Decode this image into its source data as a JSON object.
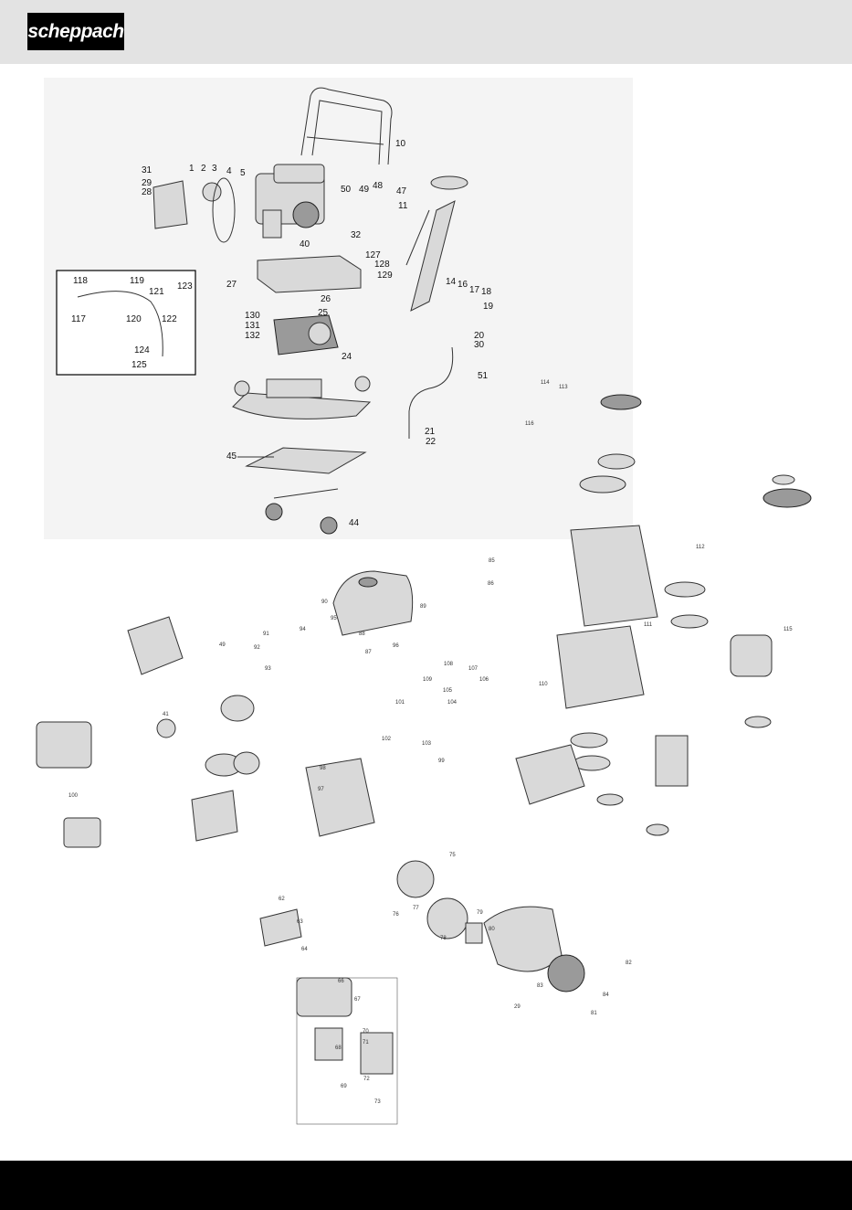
{
  "header": {
    "brand": "scheppach"
  },
  "diagram": {
    "compactor_labels": [
      "1",
      "2",
      "3",
      "4",
      "5",
      "10",
      "11",
      "14",
      "16",
      "17",
      "18",
      "19",
      "20",
      "21",
      "22",
      "24",
      "25",
      "26",
      "27",
      "28",
      "29",
      "30",
      "31",
      "32",
      "40",
      "44",
      "45",
      "47",
      "48",
      "49",
      "50",
      "51",
      "117",
      "118",
      "119",
      "120",
      "121",
      "122",
      "123",
      "124",
      "125",
      "127",
      "128",
      "129",
      "130",
      "131",
      "132"
    ],
    "engine_labels": [
      "29",
      "41",
      "49",
      "62",
      "63",
      "64",
      "66",
      "67",
      "68",
      "69",
      "70",
      "71",
      "72",
      "73",
      "75",
      "76",
      "77",
      "78",
      "79",
      "80",
      "81",
      "82",
      "83",
      "84",
      "85",
      "86",
      "87",
      "88",
      "89",
      "90",
      "91",
      "92",
      "93",
      "94",
      "95",
      "96",
      "97",
      "98",
      "99",
      "100",
      "101",
      "102",
      "103",
      "104",
      "105",
      "106",
      "107",
      "108",
      "109",
      "110",
      "111",
      "112",
      "113",
      "114",
      "115",
      "116"
    ]
  }
}
